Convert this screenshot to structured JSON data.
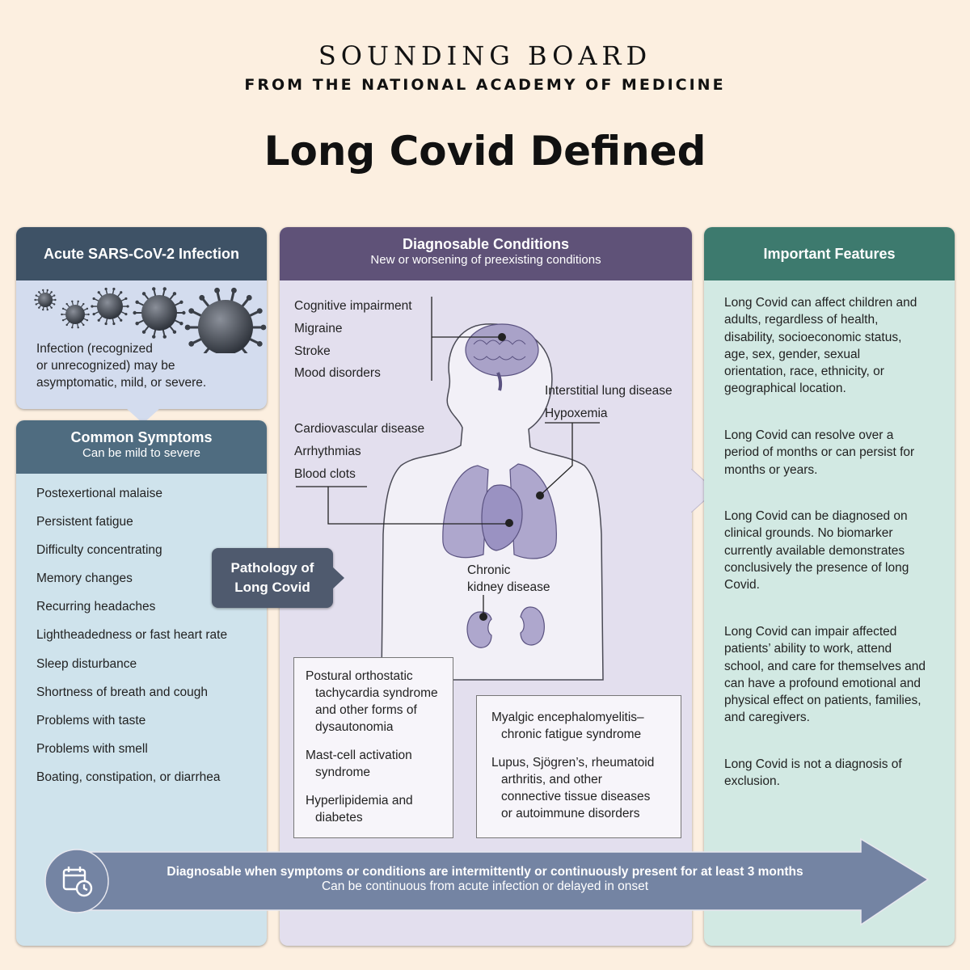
{
  "header": {
    "kicker": "SOUNDING BOARD",
    "subkicker": "FROM THE NATIONAL ACADEMY OF MEDICINE",
    "title": "Long Covid Defined"
  },
  "acute": {
    "title": "Acute SARS-CoV-2 Infection",
    "text_lines": [
      "Infection (recognized",
      "or unrecognized) may be",
      "asymptomatic, mild, or severe."
    ],
    "icon": "virus-icon"
  },
  "symptoms": {
    "title": "Common Symptoms",
    "subtitle": "Can be mild to severe",
    "items": [
      "Postexertional malaise",
      "Persistent fatigue",
      "Difficulty concentrating",
      "Memory changes",
      "Recurring headaches",
      "Lightheadedness or fast heart rate",
      "Sleep disturbance",
      "Shortness of breath and cough",
      "Problems with taste",
      "Problems with smell",
      "Boating, constipation, or diarrhea"
    ]
  },
  "pathology": {
    "line1": "Pathology of",
    "line2": "Long Covid"
  },
  "diagnosable": {
    "title": "Diagnosable Conditions",
    "subtitle": "New or worsening of preexisting conditions",
    "brain": [
      "Cognitive impairment",
      "Migraine",
      "Stroke",
      "Mood disorders"
    ],
    "lung": [
      "Interstitial lung disease",
      "Hypoxemia"
    ],
    "heart": [
      "Cardiovascular disease",
      "Arrhythmias",
      "Blood clots"
    ],
    "kidney": [
      "Chronic",
      "kidney disease"
    ],
    "box_left": [
      [
        "Postural orthostatic",
        "tachycardia syndrome",
        "and other forms of",
        "dysautonomia"
      ],
      [
        "Mast-cell activation",
        "syndrome"
      ],
      [
        "Hyperlipidemia and",
        "diabetes"
      ]
    ],
    "box_right": [
      [
        "Myalgic encephalomyelitis–",
        "chronic fatigue syndrome"
      ],
      [
        "Lupus, Sjögren’s, rheumatoid",
        "arthritis, and other",
        "connective tissue diseases",
        "or autoimmune disorders"
      ]
    ]
  },
  "features": {
    "title": "Important Features",
    "items": [
      [
        "Long Covid can affect children and",
        "adults, regardless of health,",
        "disability, socioeconomic status,",
        "age, sex, gender, sexual",
        "orientation, race, ethnicity, or",
        "geographical location."
      ],
      [
        "Long Covid can resolve over a",
        "period of months or can persist for",
        "months or years."
      ],
      [
        "Long Covid can be diagnosed on",
        "clinical grounds. No biomarker",
        "currently available demonstrates",
        "conclusively the presence of long",
        "Covid."
      ],
      [
        "Long Covid can impair affected",
        "patients’ ability to work, attend",
        "school, and care for themselves and",
        "can have a profound emotional and",
        "physical effect on patients, families,",
        "and caregivers."
      ],
      [
        "Long Covid is not a diagnosis of",
        "exclusion."
      ]
    ]
  },
  "timeline": {
    "title": "Diagnosable when symptoms or conditions are intermittently or continuously present for at least 3 months",
    "subtitle": "Can be continuous from acute infection or delayed in onset",
    "icon": "calendar-clock-icon"
  },
  "colors": {
    "background": "#fcefe0",
    "acute_header": "#3e5266",
    "symptoms_header": "#4f6c80",
    "diag_header": "#5f5278",
    "features_header": "#3d7a6e",
    "arrow": "#7484a3"
  }
}
